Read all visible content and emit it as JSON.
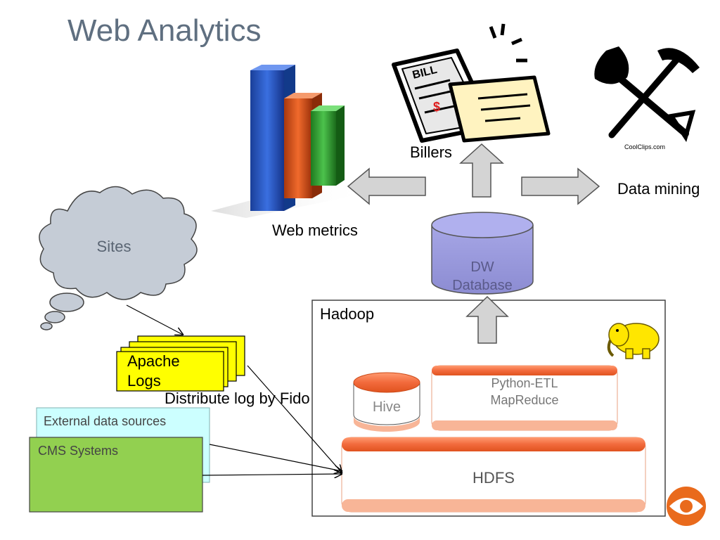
{
  "title": "Web Analytics",
  "outputs": {
    "web_metrics": "Web metrics",
    "billers": "Billers",
    "data_mining": "Data mining",
    "clipart_credit": "CoolClips.com"
  },
  "sources": {
    "sites": "Sites",
    "apache_logs_line1": "Apache",
    "apache_logs_line2": "Logs",
    "distribute_label": "Distribute log by Fido",
    "external_data": "External data sources",
    "cms_systems": "CMS Systems"
  },
  "hadoop": {
    "label": "Hadoop",
    "hive": "Hive",
    "etl_line1": "Python-ETL",
    "etl_line2": "MapReduce",
    "hdfs": "HDFS"
  },
  "warehouse": {
    "line1": "DW",
    "line2": "Database"
  },
  "colors": {
    "title": "#5f6f80",
    "cloud_fill": "#c5ccd6",
    "cloud_stroke": "#444444",
    "logs_fill": "#ffff00",
    "external_fill": "#ccffff",
    "cms_fill": "#92d050",
    "dw_fill": "#9999dd",
    "orange": "#f26a3c",
    "arrow_fill": "#d4d4d4"
  }
}
